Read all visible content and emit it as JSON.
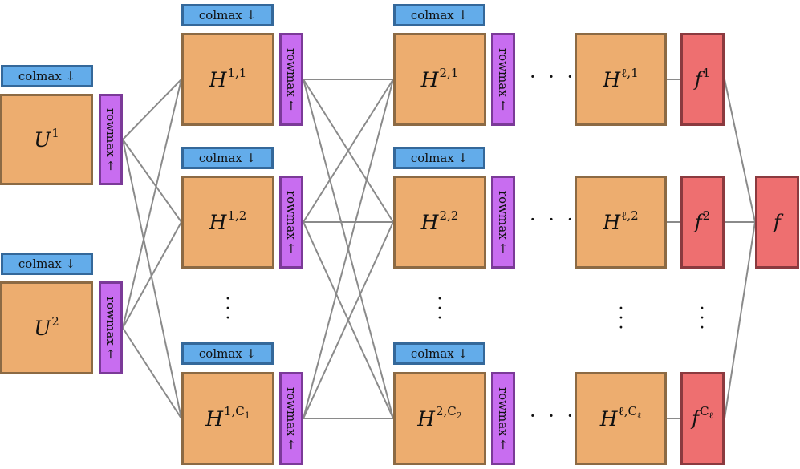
{
  "labels": {
    "colmax": "colmax ↓",
    "rowmax": "rowmax ←",
    "hdots": "· · ·",
    "vdots": "·\n·\n·"
  },
  "inputs": [
    {
      "base": "U",
      "sup": "1"
    },
    {
      "base": "U",
      "sup": "2"
    }
  ],
  "layer1": [
    {
      "base": "H",
      "sup": "1,1"
    },
    {
      "base": "H",
      "sup": "1,2"
    },
    {
      "base": "H",
      "sup": "1,C",
      "sub": "1"
    }
  ],
  "layer2": [
    {
      "base": "H",
      "sup": "2,1"
    },
    {
      "base": "H",
      "sup": "2,2"
    },
    {
      "base": "H",
      "sup": "2,C",
      "sub": "2"
    }
  ],
  "layerL": [
    {
      "base": "H",
      "sup": "ℓ,1"
    },
    {
      "base": "H",
      "sup": "ℓ,2"
    },
    {
      "base": "H",
      "sup": "ℓ,C",
      "sub": "ℓ"
    }
  ],
  "outputs": [
    {
      "base": "f",
      "sup": "1"
    },
    {
      "base": "f",
      "sup": "2"
    },
    {
      "base": "f",
      "sup": "C",
      "sub": "ℓ"
    }
  ],
  "final": {
    "base": "f"
  },
  "colors": {
    "node_fill": "#edad6f",
    "node_border": "#8c6a44",
    "f_fill": "#ee6f70",
    "f_border": "#8b3a3f",
    "colmax_fill": "#63acea",
    "rowmax_fill": "#c86df0",
    "edge": "#8a8a8a"
  }
}
